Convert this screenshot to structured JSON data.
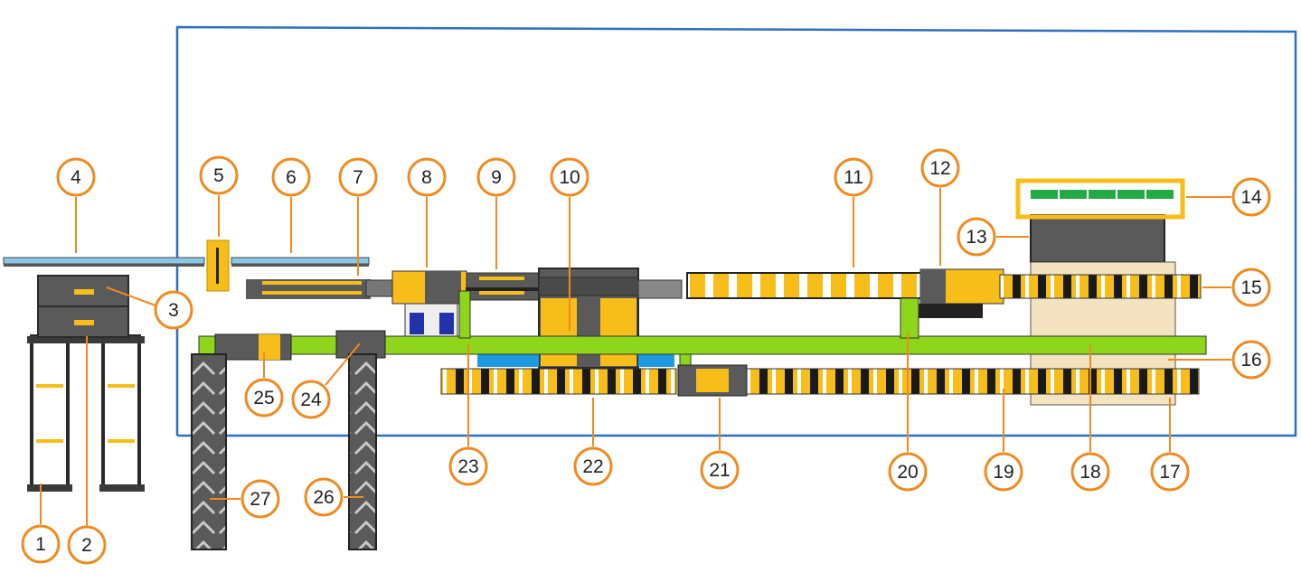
{
  "colors": {
    "frame": "#2f6fbf",
    "machine": "#5a5a5a",
    "machine_dark": "#3a3a3a",
    "accent_yellow": "#f7be1a",
    "conveyor_green": "#8ed61c",
    "callout_orange": "#ef8a1f",
    "water_blue": "#1f9ae0",
    "panel_blue": "#2233aa",
    "screen_green": "#22aa44",
    "tan": "#f3e3c0",
    "rail_blue": "#8ec6e6"
  },
  "callouts": [
    {
      "id": "c1",
      "label": "1"
    },
    {
      "id": "c2",
      "label": "2"
    },
    {
      "id": "c3",
      "label": "3"
    },
    {
      "id": "c4",
      "label": "4"
    },
    {
      "id": "c5",
      "label": "5"
    },
    {
      "id": "c6",
      "label": "6"
    },
    {
      "id": "c7",
      "label": "7"
    },
    {
      "id": "c8",
      "label": "8"
    },
    {
      "id": "c9",
      "label": "9"
    },
    {
      "id": "c10",
      "label": "10"
    },
    {
      "id": "c11",
      "label": "11"
    },
    {
      "id": "c12",
      "label": "12"
    },
    {
      "id": "c13",
      "label": "13"
    },
    {
      "id": "c14",
      "label": "14"
    },
    {
      "id": "c15",
      "label": "15"
    },
    {
      "id": "c16",
      "label": "16"
    },
    {
      "id": "c17",
      "label": "17"
    },
    {
      "id": "c18",
      "label": "18"
    },
    {
      "id": "c19",
      "label": "19"
    },
    {
      "id": "c20",
      "label": "20"
    },
    {
      "id": "c21",
      "label": "21"
    },
    {
      "id": "c22",
      "label": "22"
    },
    {
      "id": "c23",
      "label": "23"
    },
    {
      "id": "c24",
      "label": "24"
    },
    {
      "id": "c25",
      "label": "25"
    },
    {
      "id": "c26",
      "label": "26"
    },
    {
      "id": "c27",
      "label": "27"
    }
  ]
}
